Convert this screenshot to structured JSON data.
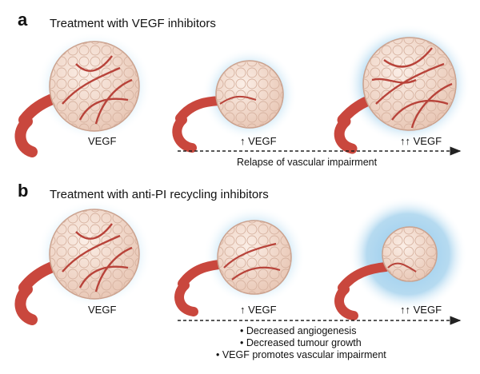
{
  "panel_a": {
    "letter": "a",
    "title": "Treatment with VEGF inhibitors",
    "labels": [
      "VEGF",
      "↑ VEGF",
      "↑↑ VEGF"
    ],
    "arrow_caption": "Relapse of vascular impairment"
  },
  "panel_b": {
    "letter": "b",
    "title": "Treatment with anti-PI recycling inhibitors",
    "labels": [
      "VEGF",
      "↑ VEGF",
      "↑↑ VEGF"
    ],
    "bullets": [
      "• Decreased angiogenesis",
      "• Decreased tumour growth",
      "• VEGF promotes vascular impairment"
    ]
  },
  "colors": {
    "halo": "#a9d4ee",
    "tumour": "#f3ddd0",
    "tumour_edge": "#caa08c",
    "vessel": "#c9473d",
    "vessel_dark": "#9e2f28",
    "arrow": "#222222"
  }
}
